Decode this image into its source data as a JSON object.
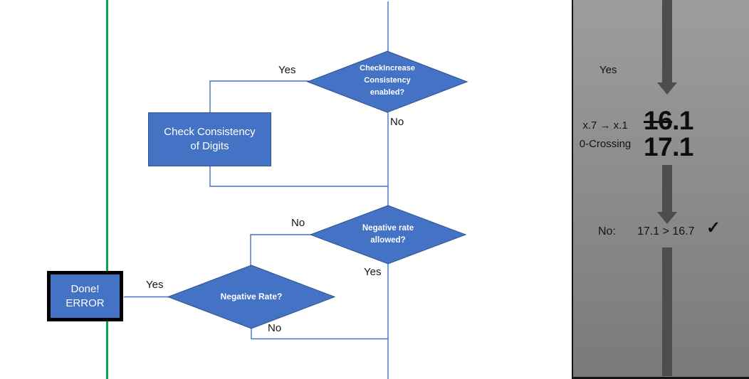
{
  "colors": {
    "shape_fill": "#4472C4",
    "shape_border": "#2F528F",
    "connector": "#4472C4",
    "green_line": "#00A650",
    "panel_gradient_top": "#9D9D9D",
    "panel_gradient_bottom": "#7A7A7A",
    "panel_arrow": "#4D4D4D",
    "done_border": "#000000"
  },
  "flowchart": {
    "decision_check_increase": {
      "text": "CheckIncrease\nConsistency\nenabled?",
      "yes_label": "Yes",
      "no_label": "No"
    },
    "process_check_consistency": {
      "text": "Check Consistency\nof Digits"
    },
    "decision_negative_rate_allowed": {
      "text": "Negative rate\nallowed?",
      "no_label": "No",
      "yes_label": "Yes"
    },
    "decision_negative_rate": {
      "text": "Negative Rate?",
      "yes_label": "Yes",
      "no_label": "No"
    },
    "terminal_done_error": {
      "text": "Done!\nERROR"
    }
  },
  "side_panel": {
    "yes_label": "Yes",
    "rule_text": "x.7 → x.1\n0-Crossing",
    "old_value_struck": "16",
    "old_value_rest": ".1",
    "new_value": "17.1",
    "result_label": "No:",
    "result_comparison": "17.1 > 16.7",
    "check_icon": "✓"
  }
}
